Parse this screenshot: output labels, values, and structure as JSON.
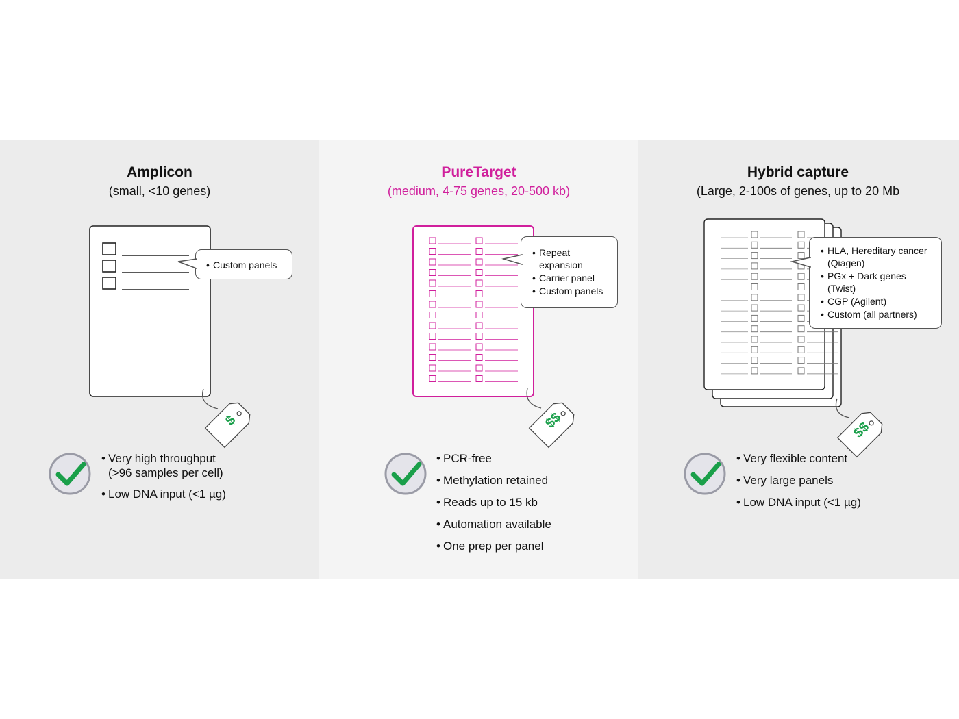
{
  "columns": [
    {
      "title": "Amplicon",
      "subtitle": "(small, <10 genes)",
      "bubble_items": [
        "Custom panels"
      ],
      "price_tag": "$",
      "benefits": [
        "Very high throughput (>96 samples per cell)",
        "Low DNA input (<1 µg)"
      ]
    },
    {
      "title": "PureTarget",
      "subtitle": "(medium, 4-75 genes, 20-500 kb)",
      "bubble_items": [
        "Repeat expansion",
        "Carrier panel",
        "Custom panels"
      ],
      "price_tag": "$$",
      "benefits": [
        "PCR-free",
        "Methylation retained",
        "Reads up to 15 kb",
        "Automation available",
        "One prep per panel"
      ]
    },
    {
      "title": "Hybrid capture",
      "subtitle": "(Large, 2-100s of genes, up to 20 Mb",
      "bubble_items": [
        "HLA, Hereditary cancer (Qiagen)",
        "PGx + Dark genes (Twist)",
        "CGP (Agilent)",
        "Custom (all partners)"
      ],
      "price_tag": "$$",
      "benefits": [
        "Very flexible content",
        "Very large panels",
        "Low DNA input (<1 µg)"
      ]
    }
  ],
  "colors": {
    "accent": "#d01f9c",
    "check": "#1a9f4a",
    "dollar": "#1a9f4a",
    "panel_gray": "#ececec",
    "panel_light": "#f4f4f4"
  },
  "icons": [
    "checkbox-icon",
    "price-tag-icon",
    "check-circle-icon"
  ]
}
